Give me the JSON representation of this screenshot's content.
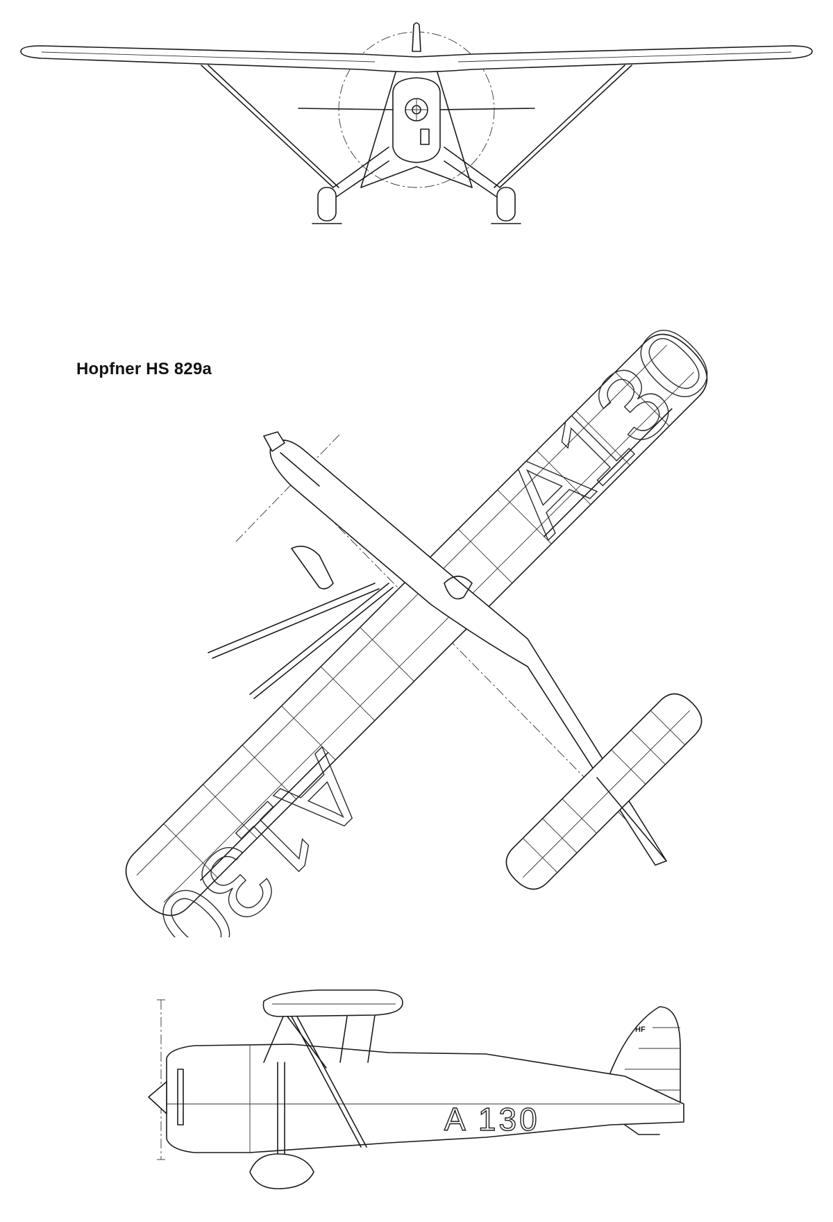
{
  "title": "Hopfner HS 829a",
  "registration": {
    "top_view_wing": "A130",
    "side_view_fuselage": "A 130"
  },
  "tail_emblem": "HF",
  "views": [
    "front-view",
    "top-view",
    "side-view"
  ]
}
